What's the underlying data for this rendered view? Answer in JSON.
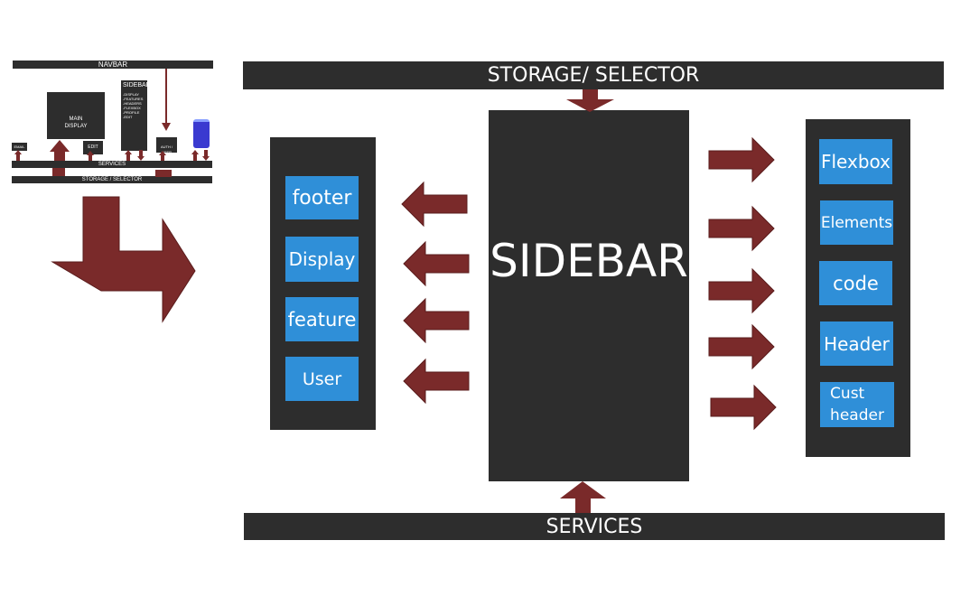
{
  "thumbnail": {
    "navbar": "NAVBAR",
    "main_display": "MAIN\nDISPLAY",
    "sidebar_title": "SIDEBAR",
    "sidebar_items": [
      "-DISPLAY",
      "-FEATURES",
      "-HEADERS",
      "-FLEXBOX",
      "-PROFILE",
      "-EDIT"
    ],
    "email": "EMAIL",
    "edit": "EDIT",
    "auth": "AUTH /\nUSER",
    "services": "SERVICES",
    "storage": "STORAGE / SELECTOR"
  },
  "main": {
    "storage_label": "STORAGE/ SELECTOR",
    "services_label": "SERVICES",
    "sidebar_label": "SIDEBAR",
    "left_items": [
      "footer",
      "Display",
      "feature",
      "User"
    ],
    "right_items": [
      "Flexbox",
      "Elements",
      "code",
      "Header",
      "Cust\nheader"
    ]
  },
  "colors": {
    "dark": "#2d2d2d",
    "blue": "#2f8fd8",
    "arrow": "#7a2a2a",
    "battery": "#3a3ad0"
  }
}
